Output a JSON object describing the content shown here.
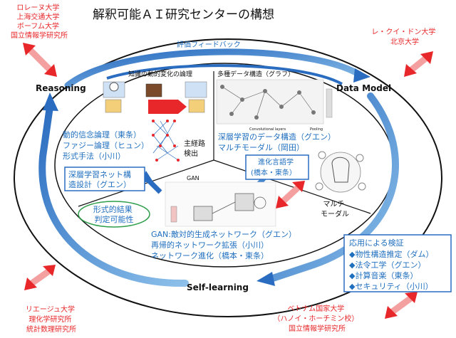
{
  "title": "解釈可能ＡＩ研究センターの構想",
  "corners": {
    "top_left": [
      "ロレーヌ大学",
      "上海交通大学",
      "ボーフム大学",
      "国立情報学研究所"
    ],
    "top_right": [
      "レ・クイ・ドン大学",
      "北京大学"
    ],
    "bottom_left": [
      "リエージュ大学",
      "理化学研究所",
      "統計数理研究所"
    ],
    "bottom_right": [
      "ベトナム国家大学",
      "（ハノイ・ホーチミン校）",
      "国立情報学研究所"
    ]
  },
  "cycle": {
    "reasoning": "Reasoning",
    "data_model": "Data Model",
    "self_learning": "Self-learning",
    "feedback": "評価フィードバック"
  },
  "sections": {
    "knowledge": {
      "heading": "知識の動的変化の論理",
      "lines": [
        "動的信念論理（東条）",
        "ファジー論理（ヒュン）",
        "形式手法（小川）"
      ],
      "side_label": [
        "主経路",
        "検出"
      ]
    },
    "data_structure": {
      "heading": "多種データ構造（グラフ）",
      "lines": [
        "深層学習のデータ構造（グエン）",
        "マルチモーダル（岡田）"
      ],
      "img_labels": [
        "Convolutional layers",
        "Pooling"
      ]
    },
    "gan": {
      "label": "GAN",
      "lines": [
        "GAN:敵対的生成ネットワーク（グエン）",
        "再帰的ネットワーク拡張（小川）",
        "ネットワーク進化（橋本・東条）"
      ]
    }
  },
  "boxes": {
    "deep_net": [
      "深層学習ネット構",
      "造設計（グエン）"
    ],
    "formal": [
      "形式的結果",
      "判定可能性"
    ],
    "evolution": [
      "進化言語学",
      "(橋本・東条）"
    ],
    "multimodal": [
      "マルチ",
      "モーダル"
    ],
    "applications": {
      "title": "応用による検証",
      "items": [
        "◆物性構造推定（ダム）",
        "◆法令工学（グエン）",
        "◆計算音楽（東条）",
        "◆セキュリティ（小川）"
      ]
    }
  },
  "colors": {
    "red": "#e8272a",
    "blue": "#1f6fbf",
    "green": "#2e9e4a"
  }
}
